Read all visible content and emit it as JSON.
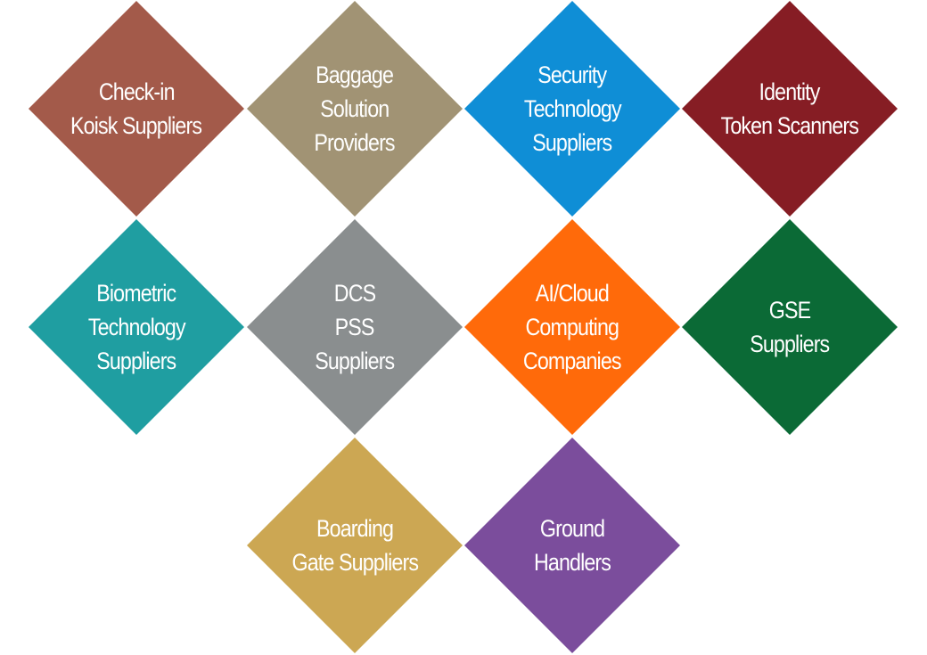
{
  "diagram": {
    "tiles": [
      {
        "lines": [
          "Check-in",
          "Koisk Suppliers"
        ],
        "color": "#a35a4a"
      },
      {
        "lines": [
          "Baggage",
          "Solution",
          "Providers"
        ],
        "color": "#a19374"
      },
      {
        "lines": [
          "Security",
          "Technology",
          "Suppliers"
        ],
        "color": "#0f8ed6"
      },
      {
        "lines": [
          "Identity",
          "Token Scanners"
        ],
        "color": "#861d24"
      },
      {
        "lines": [
          "Biometric",
          "Technology",
          "Suppliers"
        ],
        "color": "#1f9ea1"
      },
      {
        "lines": [
          "DCS",
          "PSS",
          "Suppliers"
        ],
        "color": "#8a8e8f"
      },
      {
        "lines": [
          "AI/Cloud",
          "Computing",
          "Companies"
        ],
        "color": "#ff6a0a"
      },
      {
        "lines": [
          "GSE",
          "Suppliers"
        ],
        "color": "#0b6a36"
      },
      {
        "lines": [
          "Boarding",
          "Gate Suppliers"
        ],
        "color": "#cca753"
      },
      {
        "lines": [
          "Ground",
          "Handlers"
        ],
        "color": "#7b4d9c"
      }
    ]
  }
}
